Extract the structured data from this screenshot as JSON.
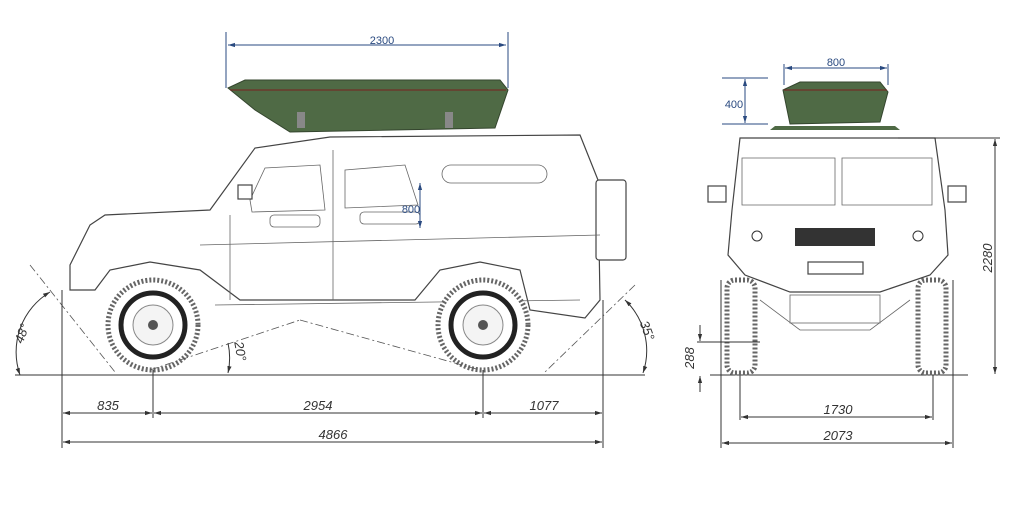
{
  "drawing": {
    "side_view": {
      "roof_box_length": "2300",
      "door_window_height": "800",
      "approach_angle": "48°",
      "breakover_angle": "20°",
      "departure_angle": "35°",
      "front_overhang": "835",
      "wheelbase": "2954",
      "rear_overhang": "1077",
      "overall_length": "4866"
    },
    "front_view": {
      "roof_box_width": "800",
      "roof_box_height": "400",
      "ground_clearance": "288",
      "overall_height": "2280",
      "track_width": "1730",
      "overall_width": "2073"
    },
    "colors": {
      "roof_box": "#4f6a45",
      "dimension_blue": "#2a4a80",
      "line": "#333333"
    }
  }
}
